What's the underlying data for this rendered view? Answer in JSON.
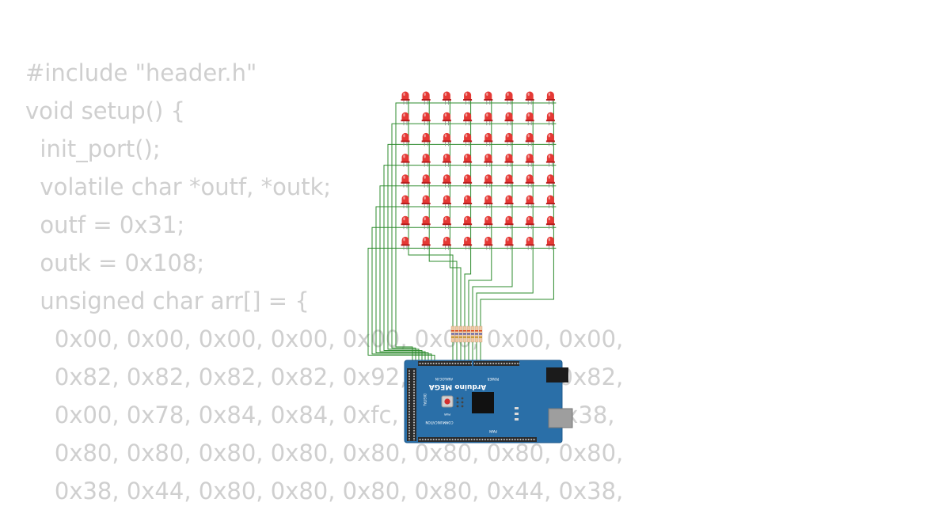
{
  "code_lines": [
    "#include \"header.h\"",
    "void setup() {",
    "  init_port();",
    "  volatile char *outf, *outk;",
    "  outf = 0x31;",
    "  outk = 0x108;",
    "  unsigned char arr[] = {",
    "    0x00, 0x00, 0x00, 0x00, 0x00, 0x00, 0x00, 0x00,",
    "    0x82, 0x82, 0x82, 0x82, 0x92, 0x92, 0x82, 0x82,",
    "    0x00, 0x78, 0x84, 0x84, 0xfc, 0x00, 0x00, 0x38,",
    "    0x80, 0x80, 0x80, 0x80, 0x80, 0x80, 0x80, 0x80,",
    "    0x38, 0x44, 0x80, 0x80, 0x80, 0x80, 0x44, 0x38,"
  ],
  "board": {
    "name": "Arduino MEGA",
    "label_power": "POWER",
    "label_analog": "ANALOG IN",
    "label_comm": "COMMUNICATION",
    "label_pwm": "PWM",
    "label_digital": "DIGITAL",
    "led_label": "PWR"
  },
  "matrix": {
    "rows": 8,
    "cols": 8,
    "led_color": "#e53935"
  },
  "colors": {
    "code_text": "#cfcfcf",
    "wire": "#2e8b2e",
    "board": "#2a6fa8",
    "board_dark": "#1f5a8c",
    "header": "#2b2b2b",
    "resistor": "#efc9a5"
  }
}
